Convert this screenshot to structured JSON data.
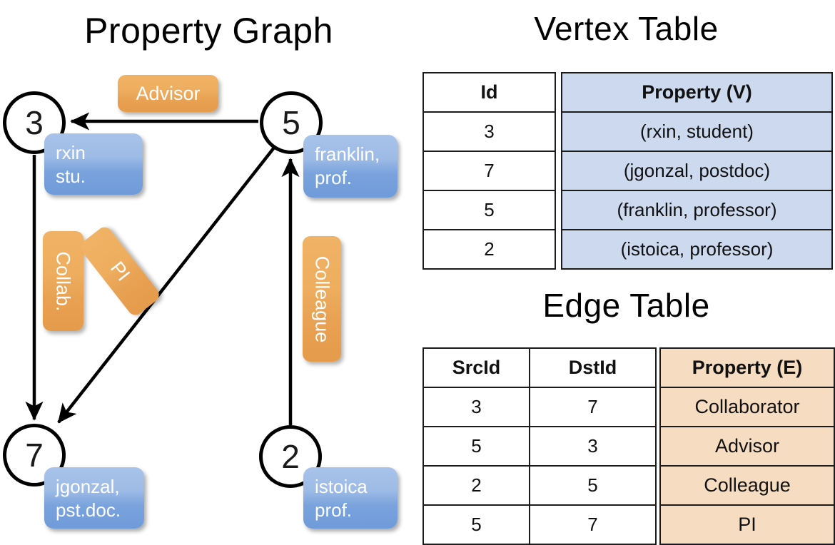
{
  "titles": {
    "property_graph": "Property Graph",
    "vertex_table": "Vertex Table",
    "edge_table": "Edge Table"
  },
  "graph": {
    "nodes": [
      {
        "id": "3",
        "property": "rxin\nstu."
      },
      {
        "id": "5",
        "property": "franklin,\nprof."
      },
      {
        "id": "7",
        "property": "jgonzal,\npst.doc."
      },
      {
        "id": "2",
        "property": "istoica\nprof."
      }
    ],
    "node_labels": {
      "n3": "3",
      "n5": "5",
      "n7": "7",
      "n2": "2"
    },
    "property_labels": {
      "rxin_line1": "rxin",
      "rxin_line2": "stu.",
      "franklin_line1": "franklin,",
      "franklin_line2": "prof.",
      "jgonzal_line1": "jgonzal,",
      "jgonzal_line2": "pst.doc.",
      "istoica_line1": "istoica",
      "istoica_line2": "prof."
    },
    "edge_labels": {
      "advisor": "Advisor",
      "collab": "Collab.",
      "pi": "PI",
      "colleague": "Colleague"
    },
    "edges": [
      {
        "from": "5",
        "to": "3",
        "label": "Advisor"
      },
      {
        "from": "3",
        "to": "7",
        "label": "Collab."
      },
      {
        "from": "5",
        "to": "7",
        "label": "PI"
      },
      {
        "from": "2",
        "to": "5",
        "label": "Colleague"
      }
    ]
  },
  "vertex_table": {
    "headers": [
      "Id",
      "Property (V)"
    ],
    "rows": [
      {
        "id": "3",
        "property": "(rxin, student)"
      },
      {
        "id": "7",
        "property": "(jgonzal, postdoc)"
      },
      {
        "id": "5",
        "property": "(franklin, professor)"
      },
      {
        "id": "2",
        "property": "(istoica, professor)"
      }
    ]
  },
  "edge_table": {
    "headers": [
      "SrcId",
      "DstId",
      "Property (E)"
    ],
    "rows": [
      {
        "src": "3",
        "dst": "7",
        "property": "Collaborator"
      },
      {
        "src": "5",
        "dst": "3",
        "property": "Advisor"
      },
      {
        "src": "2",
        "dst": "5",
        "property": "Colleague"
      },
      {
        "src": "5",
        "dst": "7",
        "property": "PI"
      }
    ]
  },
  "colors": {
    "vertex_property_fill": "#ccd9ef",
    "edge_property_fill": "#f6dcc1",
    "node_box_blue": "#7aa3dd",
    "edge_label_orange": "#eeae60",
    "stroke": "#000000",
    "background": "#ffffff"
  }
}
